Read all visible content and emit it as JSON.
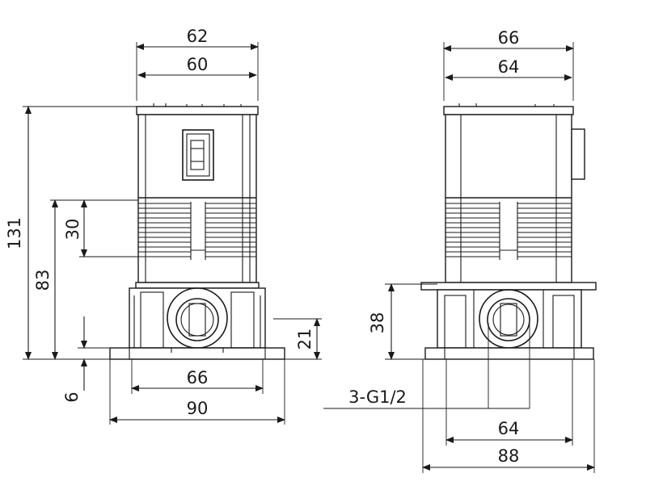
{
  "views": {
    "front": {
      "top_outer_width": "62",
      "top_inner_width": "60",
      "total_height": "131",
      "ribbed_top_height": "83",
      "ribbed_band_height": "30",
      "base_thickness": "6",
      "outlet_height": "21",
      "base_inner_width": "66",
      "base_outer_width": "90"
    },
    "side": {
      "top_outer_width": "66",
      "top_inner_width": "64",
      "outlet_center_height": "38",
      "thread_label": "3-G1/2",
      "base_inner_width": "64",
      "base_outer_width": "88"
    }
  }
}
